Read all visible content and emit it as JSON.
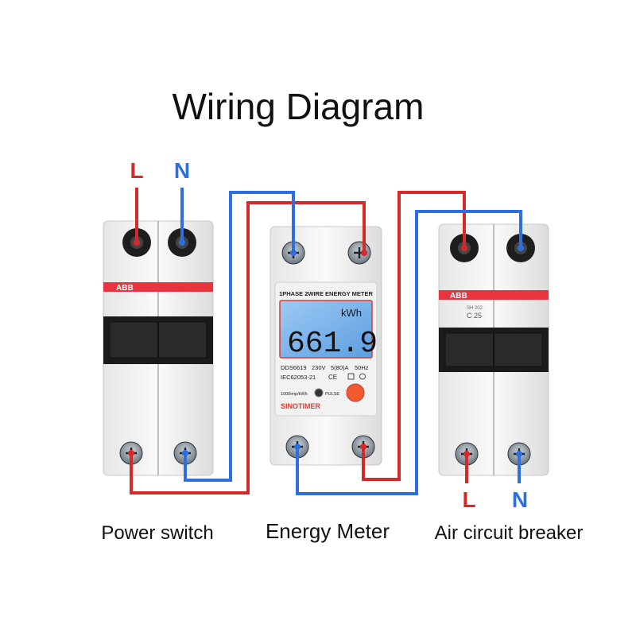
{
  "title": "Wiring Diagram",
  "top_terminals": {
    "left_l": "L",
    "left_n": "N"
  },
  "bottom_terminals": {
    "right_l": "L",
    "right_n": "N"
  },
  "captions": {
    "power_switch": "Power switch",
    "energy_meter": "Energy Meter",
    "breaker": "Air circuit breaker"
  },
  "power_switch": {
    "brand": "ABB"
  },
  "breaker": {
    "brand": "ABB",
    "model": "SH 202",
    "rating": "C 25"
  },
  "meter": {
    "header": "1PHASE 2WIRE ENERGY METER",
    "unit": "kWh",
    "reading": "661.9",
    "spec_line1": {
      "model": "DDS6619",
      "voltage": "230V",
      "current": "5(80)A",
      "freq": "50Hz"
    },
    "spec_line2": "IEC62053-21",
    "imp": "1000imp/kWh",
    "pulse": "PULSE",
    "brand": "SINOTIMER"
  },
  "colors": {
    "live_wire": "#d42a2a",
    "neutral_wire": "#2e6fe0",
    "abb_red": "#e8343c",
    "lcd_blue": "#7ab6ee",
    "meter_brand": "#e23b2f"
  }
}
